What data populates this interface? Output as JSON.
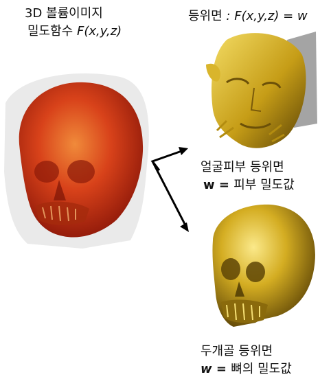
{
  "left_panel": {
    "title_line1": "3D 볼륨이미지",
    "title_line2_prefix": "밀도함수 ",
    "title_line2_func": "F(x,y,z)"
  },
  "right_header": {
    "prefix": "등위면 ",
    "expr": ": F(x,y,z) = w"
  },
  "face_caption": {
    "line1": "얼굴피부 등위면",
    "line2_var": "w",
    "line2_eq": " = ",
    "line2_rest": "피부 밀도값"
  },
  "skull_caption": {
    "line1": "두개골 등위면",
    "line2_var": "w",
    "line2_eq": " = ",
    "line2_rest": "뼈의 밀도값"
  },
  "colors": {
    "volume_red": "#c8280f",
    "volume_orange": "#e06020",
    "gold": "#c9a416",
    "gold_light": "#f0d85a",
    "gold_dark": "#6b5008"
  }
}
